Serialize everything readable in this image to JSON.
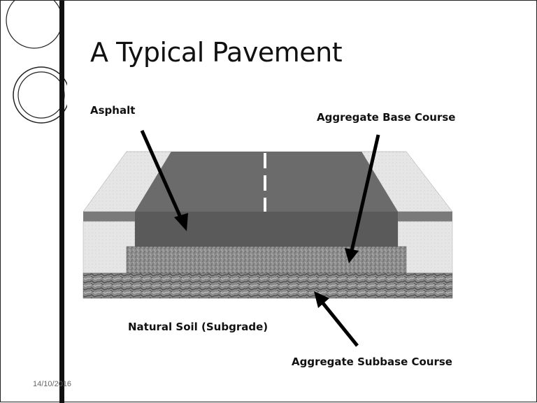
{
  "slide": {
    "title": "A Typical Pavement",
    "date": "14/10/2016"
  },
  "labels": {
    "asphalt": "Asphalt",
    "base": "Aggregate Base Course",
    "soil": "Natural Soil (Subgrade)",
    "subbase": "Aggregate Subbase Course"
  },
  "colors": {
    "asphalt": "#5a5a5a",
    "asphalt_top": "#6b6b6b",
    "shoulder": "#e4e4e4",
    "base": "#8c8c8c",
    "subbase": "#9a9a9a"
  }
}
